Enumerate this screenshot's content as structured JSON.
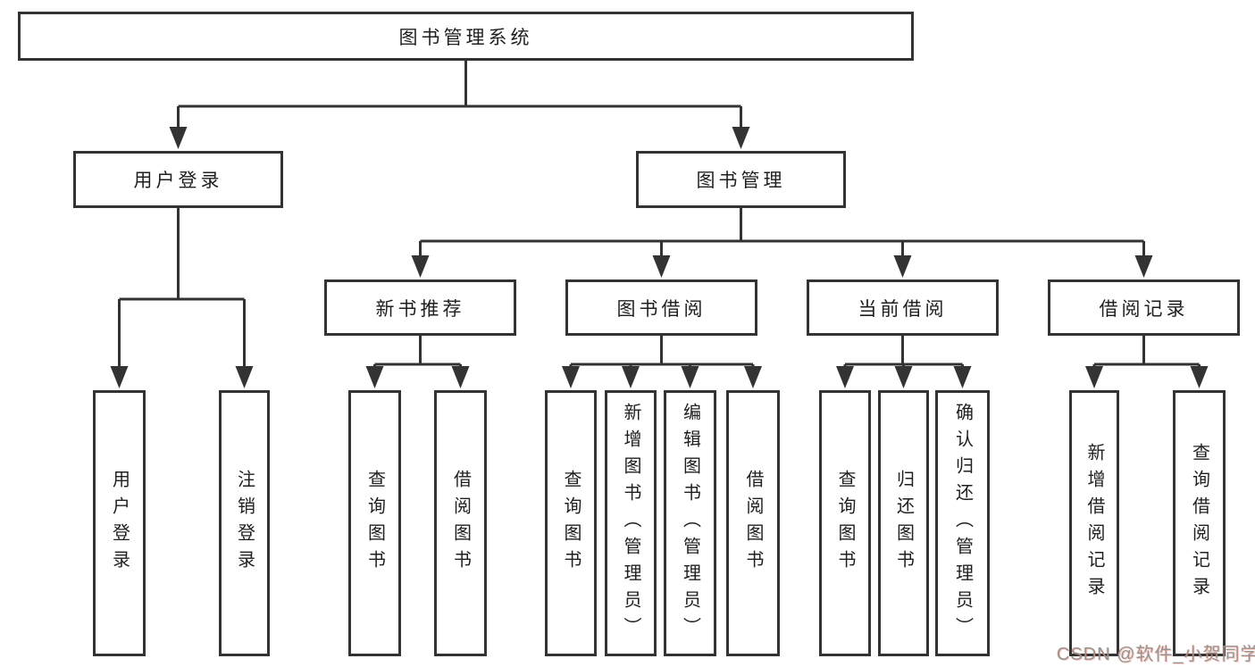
{
  "diagram": {
    "root": {
      "label": "图书管理系统"
    },
    "level2": [
      {
        "label": "用户登录"
      },
      {
        "label": "图书管理"
      }
    ],
    "level3": [
      {
        "label": "新书推荐"
      },
      {
        "label": "图书借阅"
      },
      {
        "label": "当前借阅"
      },
      {
        "label": "借阅记录"
      }
    ],
    "leaves": {
      "user_login": [
        "用户登录",
        "注销登录"
      ],
      "new_books": [
        "查询图书",
        "借阅图书"
      ],
      "book_borrow": [
        "查询图书",
        "新增图书（管理员）",
        "编辑图书（管理员）",
        "借阅图书"
      ],
      "current_borrow": [
        "查询图书",
        "归还图书",
        "确认归还（管理员）"
      ],
      "borrow_records": [
        "新增借阅记录",
        "查询借阅记录"
      ]
    },
    "colors": {
      "line": "#333333",
      "text": "#1f1f1f",
      "background": "#ffffff",
      "watermark": "#949494"
    }
  },
  "watermark": {
    "text": "CSDN @软件_小贺同学"
  }
}
